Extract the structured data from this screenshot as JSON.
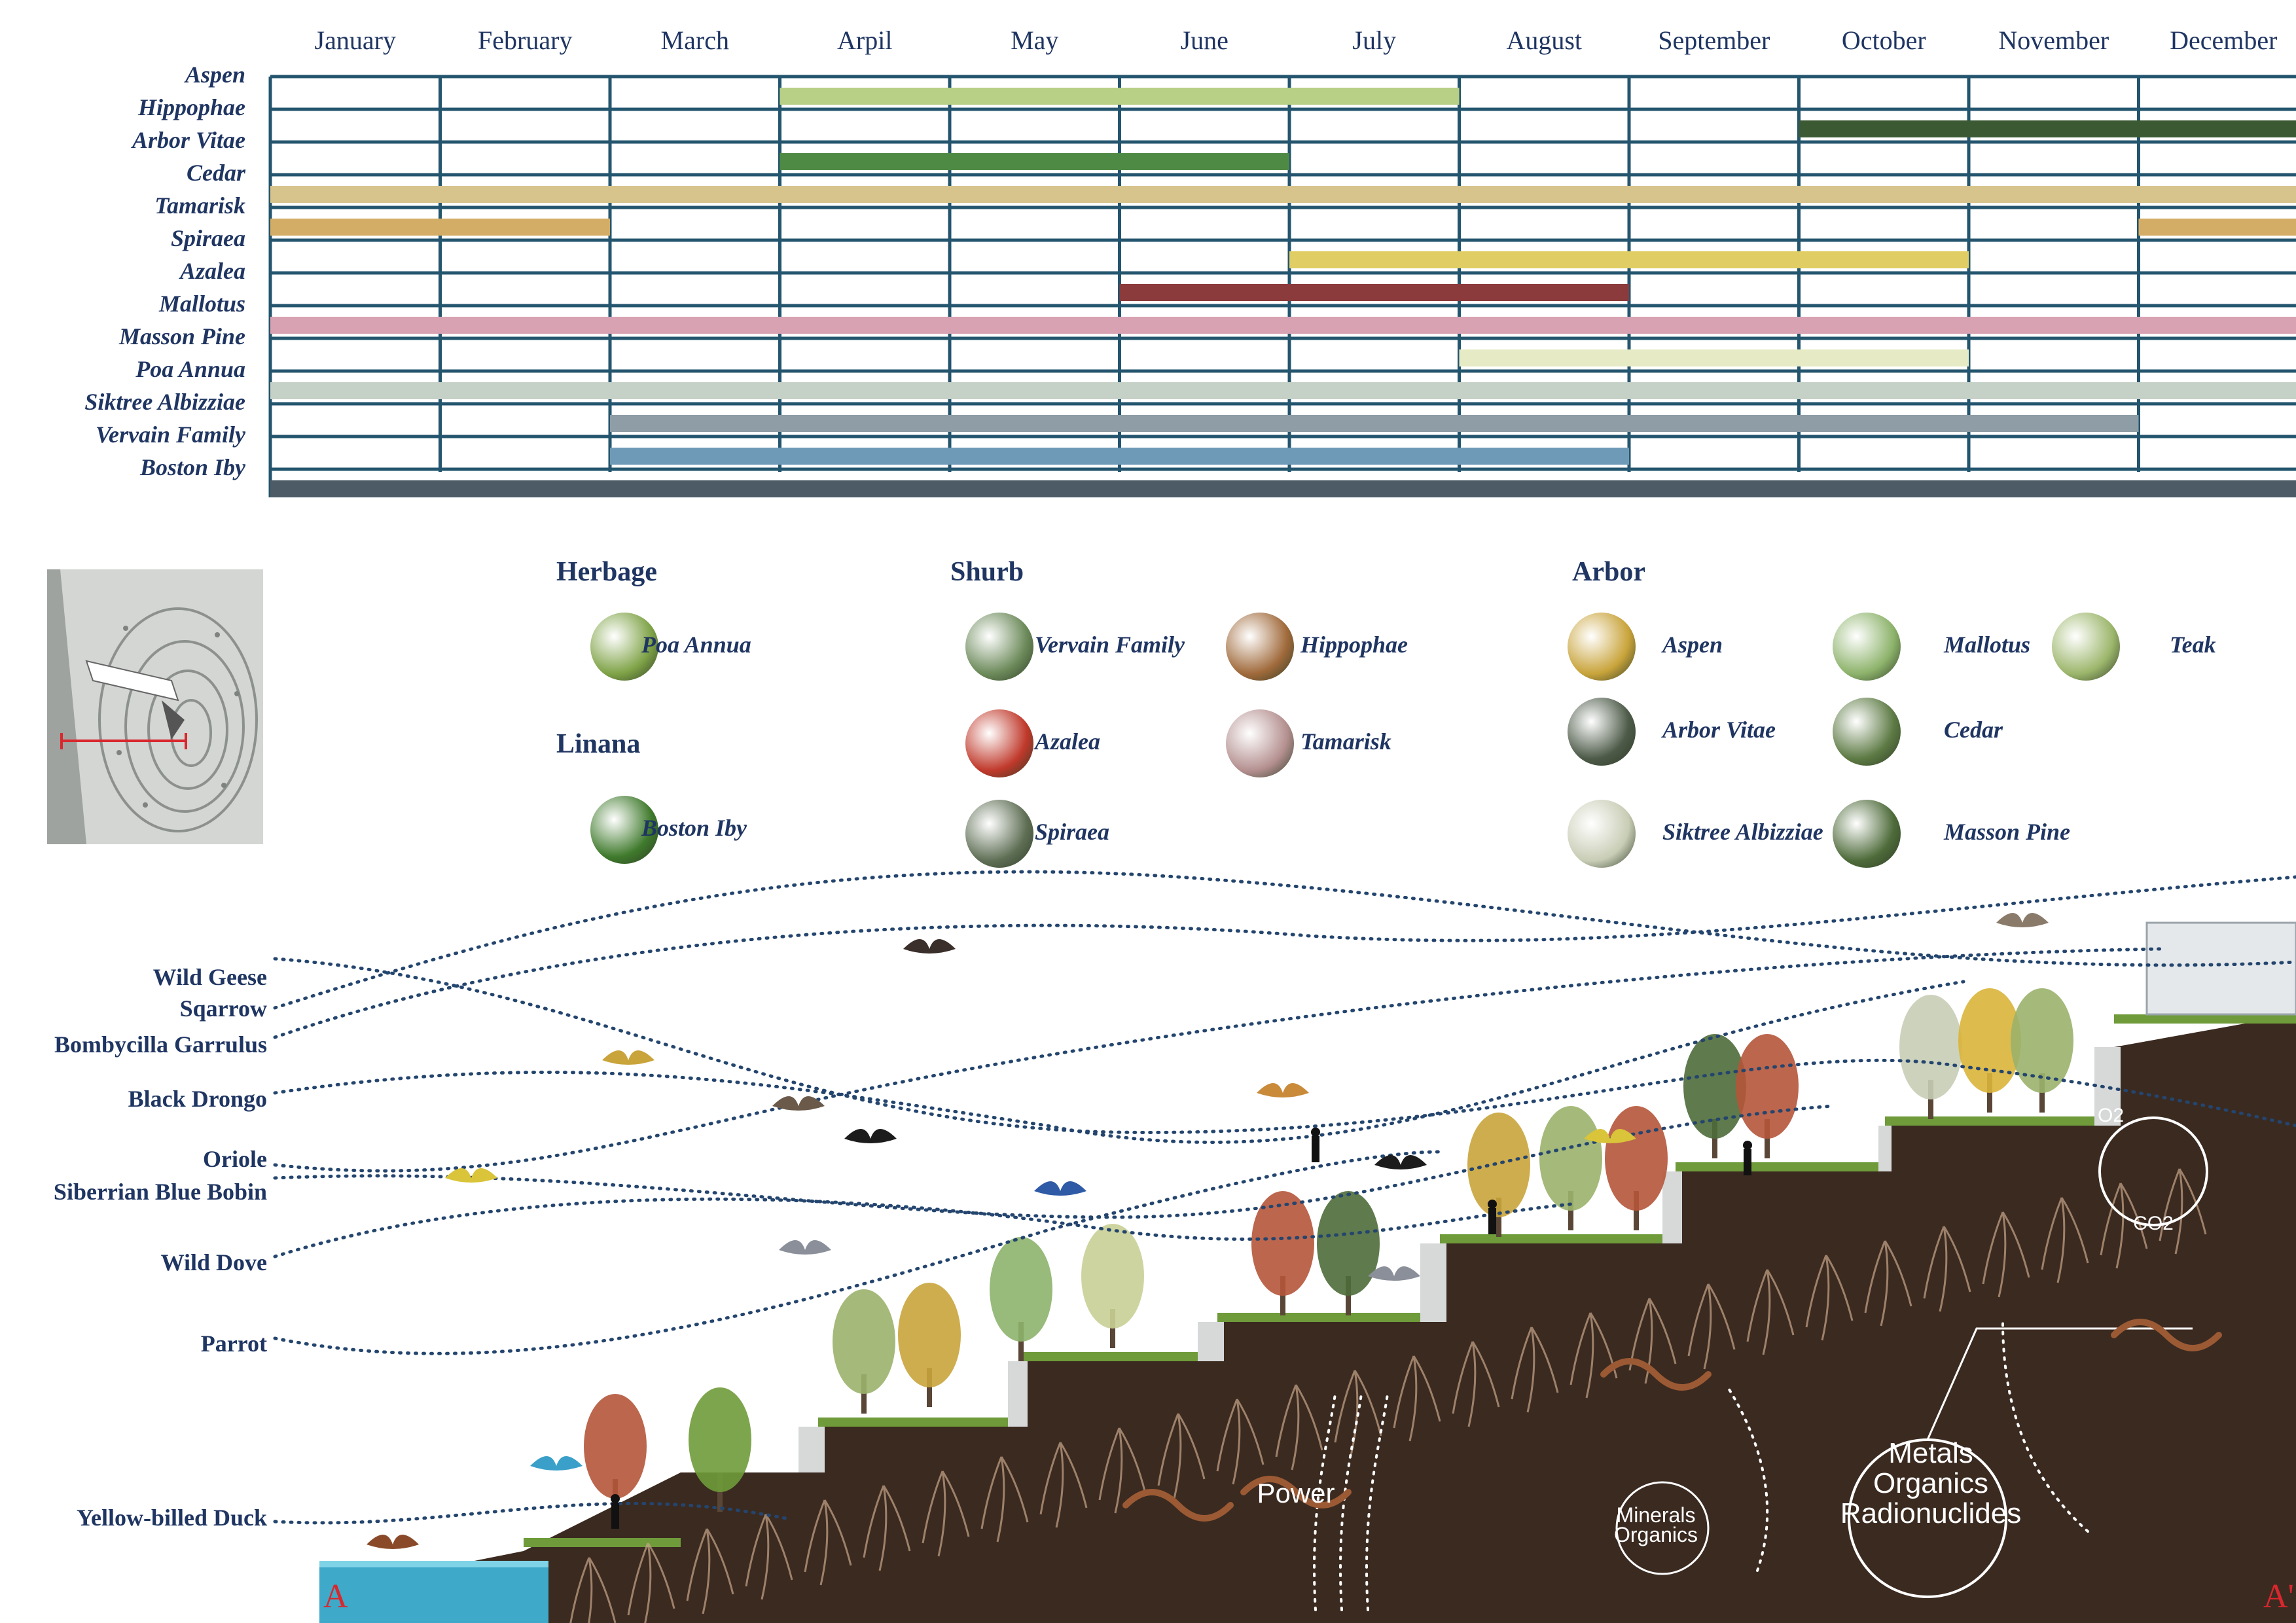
{
  "calendar": {
    "months": [
      "January",
      "February",
      "March",
      "Arpil",
      "May",
      "June",
      "July",
      "August",
      "September",
      "October",
      "November",
      "December"
    ],
    "plants": [
      {
        "name": "Aspen",
        "start": 3,
        "end": 7,
        "color": "#b8cf86"
      },
      {
        "name": "Hippophae",
        "start": 9,
        "end": 12,
        "color": "#3b5a34"
      },
      {
        "name": "Arbor Vitae",
        "start": 3,
        "end": 6,
        "color": "#4f8a45"
      },
      {
        "name": "Cedar",
        "start": 0,
        "end": 12,
        "color": "#d6c48c"
      },
      {
        "name": "Tamarisk",
        "start": 0,
        "end": 2,
        "color": "#d3ad66",
        "extra": [
          11,
          12
        ]
      },
      {
        "name": "Spiraea",
        "start": 6,
        "end": 10,
        "color": "#e0cd63"
      },
      {
        "name": "Azalea",
        "start": 5,
        "end": 8,
        "color": "#8b3b3c"
      },
      {
        "name": "Mallotus",
        "start": 0,
        "end": 12,
        "color": "#d9a2b3"
      },
      {
        "name": "Masson Pine",
        "start": 7,
        "end": 10,
        "color": "#e6ebc6"
      },
      {
        "name": "Poa Annua",
        "start": 0,
        "end": 12,
        "color": "#c5d0c6"
      },
      {
        "name": "Siktree Albizziae",
        "start": 2,
        "end": 11,
        "color": "#8e9da6"
      },
      {
        "name": "Vervain Family",
        "start": 2,
        "end": 8,
        "color": "#6f9ab7"
      },
      {
        "name": "Boston Iby",
        "start": 0,
        "end": 12,
        "color": "#4d5b66"
      }
    ]
  },
  "legend": {
    "herbage": {
      "title": "Herbage",
      "items": [
        {
          "name": "Poa Annua",
          "color": "#7fa347"
        }
      ]
    },
    "linana": {
      "title": "Linana",
      "items": [
        {
          "name": "Boston Iby",
          "color": "#3f7a2c"
        }
      ]
    },
    "shurb": {
      "title": "Shurb",
      "items": [
        {
          "name": "Vervain Family",
          "color": "#6c8a5a"
        },
        {
          "name": "Hippophae",
          "color": "#a06a3b"
        },
        {
          "name": "Azalea",
          "color": "#c0392b"
        },
        {
          "name": "Tamarisk",
          "color": "#b59090"
        },
        {
          "name": "Spiraea",
          "color": "#5f6f55"
        }
      ]
    },
    "arbor": {
      "title": "Arbor",
      "items": [
        {
          "name": "Aspen",
          "color": "#c9a43b"
        },
        {
          "name": "Mallotus",
          "color": "#8db36b"
        },
        {
          "name": "Teak",
          "color": "#9cb66b"
        },
        {
          "name": "Arbor Vitae",
          "color": "#4d5a48"
        },
        {
          "name": "Cedar",
          "color": "#5d7a44"
        },
        {
          "name": "Siktree Albizziae",
          "color": "#c8cdb5"
        },
        {
          "name": "Masson Pine",
          "color": "#4e6b3a"
        }
      ]
    }
  },
  "birds": [
    "Wild Geese",
    "Sqarrow",
    "Bombycilla Garrulus",
    "Black Drongo",
    "Oriole",
    "Siberrian Blue Bobin",
    "Wild Dove",
    "Parrot",
    "Yellow-billed Duck"
  ],
  "section": {
    "power_label": "Power",
    "minerals_label": [
      "Minerals",
      "Organics"
    ],
    "metals_label": [
      "Metals",
      "Organics",
      "Radionuclides"
    ],
    "o2_label": "O2",
    "co2_label": "CO2",
    "marker_a": "A",
    "marker_a2": "A'"
  },
  "colors": {
    "text": "#1f3562",
    "grid": "#24556e",
    "soil": "#3b2a20",
    "water": "#3fa9c9"
  }
}
